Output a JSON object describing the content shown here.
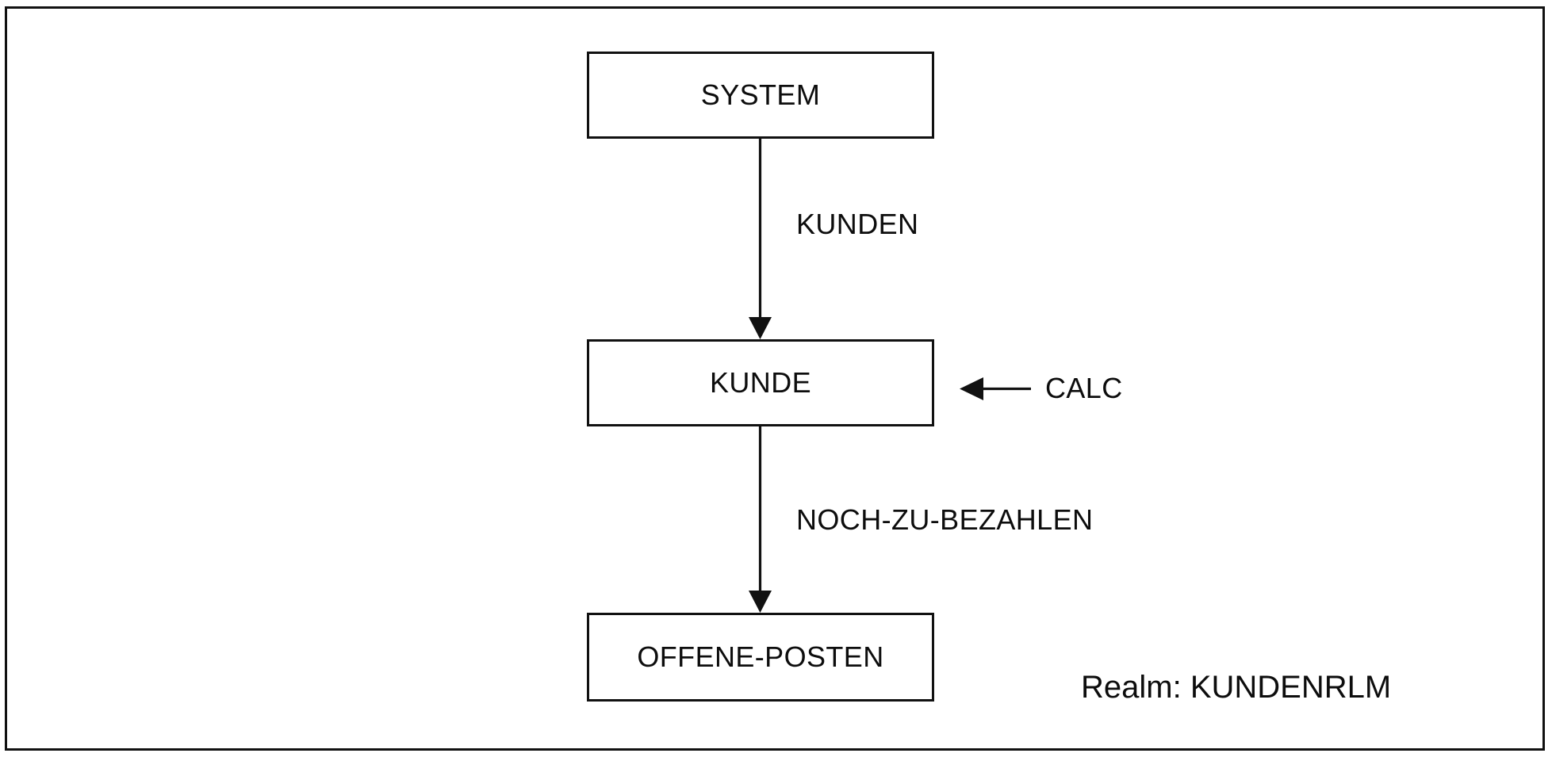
{
  "diagram": {
    "kind": "bachman-data-structure-diagram",
    "frame": {
      "border_color": "#111111"
    },
    "entities": [
      {
        "id": "system",
        "label": "SYSTEM"
      },
      {
        "id": "kunde",
        "label": "KUNDE"
      },
      {
        "id": "offene_posten",
        "label": "OFFENE-POSTEN"
      }
    ],
    "edges": [
      {
        "id": "kunden",
        "label": "KUNDEN",
        "from": "system",
        "to": "kunde",
        "direction": "down"
      },
      {
        "id": "noch_zu_bezahlen",
        "label": "NOCH-ZU-BEZAHLEN",
        "from": "kunde",
        "to": "offene_posten",
        "direction": "down"
      },
      {
        "id": "calc",
        "label": "CALC",
        "from": "external",
        "to": "kunde",
        "direction": "left"
      }
    ],
    "caption": {
      "realm_label": "Realm:",
      "realm_value": "KUNDENRLM",
      "full": "Realm: KUNDENRLM"
    }
  }
}
